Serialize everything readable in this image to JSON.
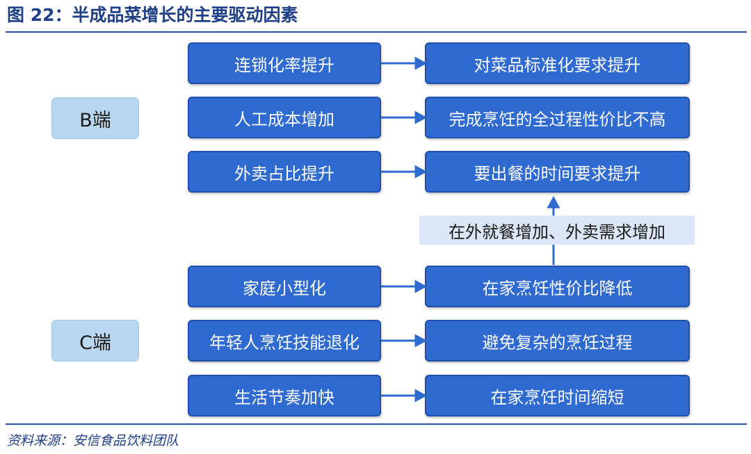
{
  "title": "图 22：半成品菜增长的主要驱动因素",
  "source": "资料来源：安信食品饮料团队",
  "colors": {
    "box": "#2e6ad0",
    "side_box": "#bad7f0",
    "note_box": "#dbe7f6",
    "arrow": "#2e6ad0",
    "title": "#1f3f86"
  },
  "groups": {
    "b": {
      "label": "B端",
      "causes": [
        "连锁化率提升",
        "人工成本增加",
        "外卖占比提升"
      ],
      "effects": [
        "对菜品标准化要求提升",
        "完成烹饪的全过程性价比不高",
        "要出餐的时间要求提升"
      ]
    },
    "c": {
      "label": "C端",
      "causes": [
        "家庭小型化",
        "年轻人烹饪技能退化",
        "生活节奏加快"
      ],
      "effects": [
        "在家烹饪性价比降低",
        "避免复杂的烹饪过程",
        "在家烹饪时间缩短"
      ]
    }
  },
  "note": "在外就餐增加、外卖需求增加"
}
